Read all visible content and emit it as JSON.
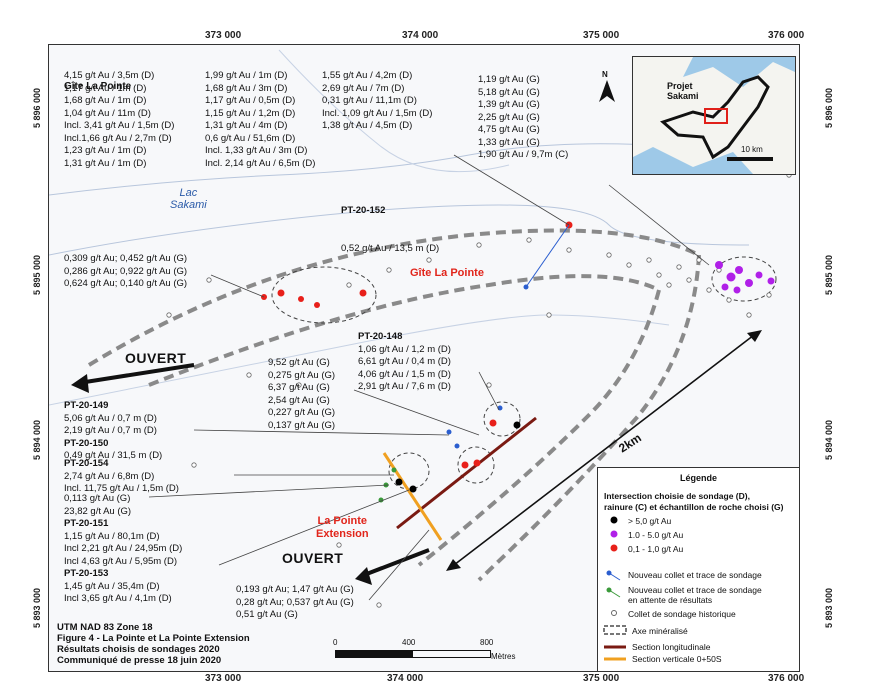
{
  "grid": {
    "eastings": [
      "373 000",
      "374 000",
      "375 000",
      "376 000"
    ],
    "northings": [
      "5 896 000",
      "5 895 000",
      "5 894 000",
      "5 893 000"
    ]
  },
  "gite_la_pointe_box": {
    "title": "Gîte La Pointe",
    "col1": [
      "4,15 g/t Au / 3,5m (D)",
      "1,17 g/t Au / 1m (D)",
      "1,68 g/t Au / 1m (D)",
      "1,04 g/t Au / 11m (D)",
      "Incl. 3,41 g/t Au / 1,5m (D)",
      "Incl.1,66 g/t Au / 2,7m (D)",
      "1,23 g/t Au / 1m (D)",
      "1,31 g/t Au / 1m (D)"
    ],
    "col2": [
      "1,99 g/t Au / 1m (D)",
      "1,68 g/t Au / 3m (D)",
      "1,17 g/t Au / 0,5m (D)",
      "1,15 g/t Au / 1,2m (D)",
      "1,31 g/t Au / 4m (D)",
      "0,6 g/t Au / 51,6m (D)",
      "Incl. 1,33 g/t Au / 3m (D)",
      "Incl. 2,14 g/t Au / 6,5m (D)"
    ],
    "col3": [
      "1,55 g/t Au / 4,2m (D)",
      "2,69 g/t Au / 7m (D)",
      "0,31 g/t Au / 11,1m (D)",
      "Incl. 1,09 g/t Au / 1,5m (D)",
      "1,38 g/t Au / 4,5m (D)"
    ]
  },
  "grab_box_ne": [
    "1,19 g/t Au (G)",
    "5,18 g/t Au (G)",
    "1,39 g/t Au (G)",
    "2,25 g/t Au (G)",
    "4,75 g/t Au (G)",
    "1,33 g/t Au (G)",
    "1,90 g/t Au / 9,7m (C)"
  ],
  "pt20_152": {
    "title": "PT-20-152",
    "lines": [
      "0,52 g/t Au / 13,5 m (D)"
    ]
  },
  "west_grabs": [
    "0,309 g/t Au; 0,452 g/t Au (G)",
    "0,286 g/t Au; 0,922 g/t Au (G)",
    "0,624 g/t Au; 0,140 g/t Au (G)"
  ],
  "pt20_148": {
    "title": "PT-20-148",
    "lines": [
      "1,06 g/t Au / 1,2 m (D)",
      "6,61 g/t Au / 0,4 m (D)",
      "4,06 g/t Au / 1,5 m (D)",
      "2,91 g/t Au / 7,6 m (D)"
    ]
  },
  "mid_grabs": [
    "9,52 g/t Au (G)",
    "0,275 g/t Au (G)",
    "6,37 g/t Au (G)",
    "2,54 g/t Au (G)",
    "0,227 g/t Au (G)",
    "0,137 g/t Au (G)"
  ],
  "pt20_149": {
    "title": "PT-20-149",
    "lines": [
      "5,06 g/t Au / 0,7 m (D)",
      "2,19 g/t Au / 0,7 m (D)"
    ]
  },
  "pt20_150": {
    "title": "PT-20-150",
    "lines": [
      "0,49 g/t Au / 31,5 m (D)"
    ]
  },
  "pt20_154": {
    "title": "PT-20-154",
    "lines": [
      "2,74 g/t Au / 6,8m (D)",
      "Incl. 11,75 g/t Au / 1,5m (D)"
    ]
  },
  "sw_grabs": [
    "0,113 g/t Au (G)",
    "23,82 g/t Au (G)"
  ],
  "pt20_151": {
    "title": "PT-20-151",
    "lines": [
      "1,15 g/t Au / 80,1m (D)",
      "Incl 2,21 g/t Au / 24,95m (D)",
      "Incl 4,63 g/t Au / 5,95m (D)"
    ]
  },
  "pt20_153": {
    "title": "PT-20-153",
    "lines": [
      "1,45 g/t Au / 35,4m (D)",
      "Incl 3,65 g/t Au / 4,1m (D)"
    ]
  },
  "south_grabs": [
    "0,193 g/t Au; 1,47 g/t Au (G)",
    "0,28 g/t Au; 0,537 g/t Au (G)",
    "0,51 g/t Au (G)"
  ],
  "labels": {
    "lake": "Lac\nSakami",
    "gite": "Gîte La Pointe",
    "extension": "La Pointe\nExtension",
    "ouvert_north": "OUVERT",
    "ouvert_south": "OUVERT",
    "distance": "2km"
  },
  "inset": {
    "project": "Projet\nSakami",
    "scale": "10 km",
    "north": "N"
  },
  "legend": {
    "title": "Légende",
    "subtitle": "Intersection choisie de sondage (D),\nrainure (C) et échantillon de roche choisi (G)",
    "classes": [
      {
        "label": "> 5,0 g/t Au",
        "color": "#000000"
      },
      {
        "label": "1.0 - 5.0 g/t Au",
        "color": "#b020e8"
      },
      {
        "label": "0,1 - 1,0 g/t Au",
        "color": "#e8201a"
      }
    ],
    "new_collar": "Nouveau collet et trace de sondage",
    "pending_collar": "Nouveau collet et trace de sondage\nen attente de résultats",
    "historic_collar": "Collet de sondage historique",
    "axis": "Axe minéralisé",
    "long_section": "Section longitudinale",
    "vert_section": "Section verticale 0+50S"
  },
  "caption": "UTM NAD 83 Zone 18\nFigure 4 - La Pointe et La Pointe Extension\nRésultats choisis de sondages 2020\nCommuniqué de presse 18 juin 2020",
  "scale_bar": {
    "ticks": [
      "0",
      "400",
      "800"
    ],
    "unit": "Mètres"
  }
}
